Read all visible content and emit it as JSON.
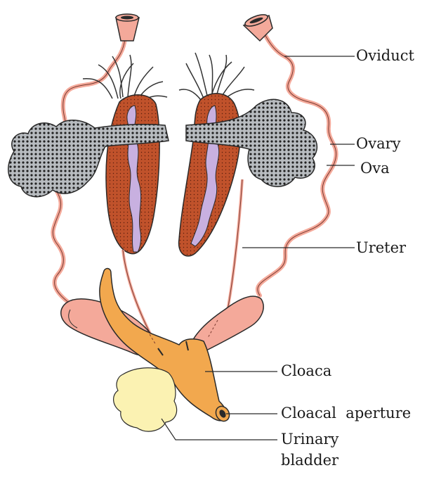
{
  "labels": {
    "oviduct": "Oviduct",
    "ovary": "Ovary",
    "ova": "Ova",
    "ureter": "Ureter",
    "cloaca": "Cloaca",
    "cloacal_aperture": "Cloacal  aperture",
    "urinary_1": "Urinary",
    "urinary_2": "bladder"
  },
  "colors": {
    "oviduct": "#f4a99a",
    "oviduct_dark": "#e98a7a",
    "kidney": "#c0522b",
    "kidney_inner": "#c8b0e0",
    "ovary": "#b8bcc0",
    "cloaca": "#f2a84e",
    "bladder": "#fbf2b2",
    "line": "#2a2a2a"
  }
}
